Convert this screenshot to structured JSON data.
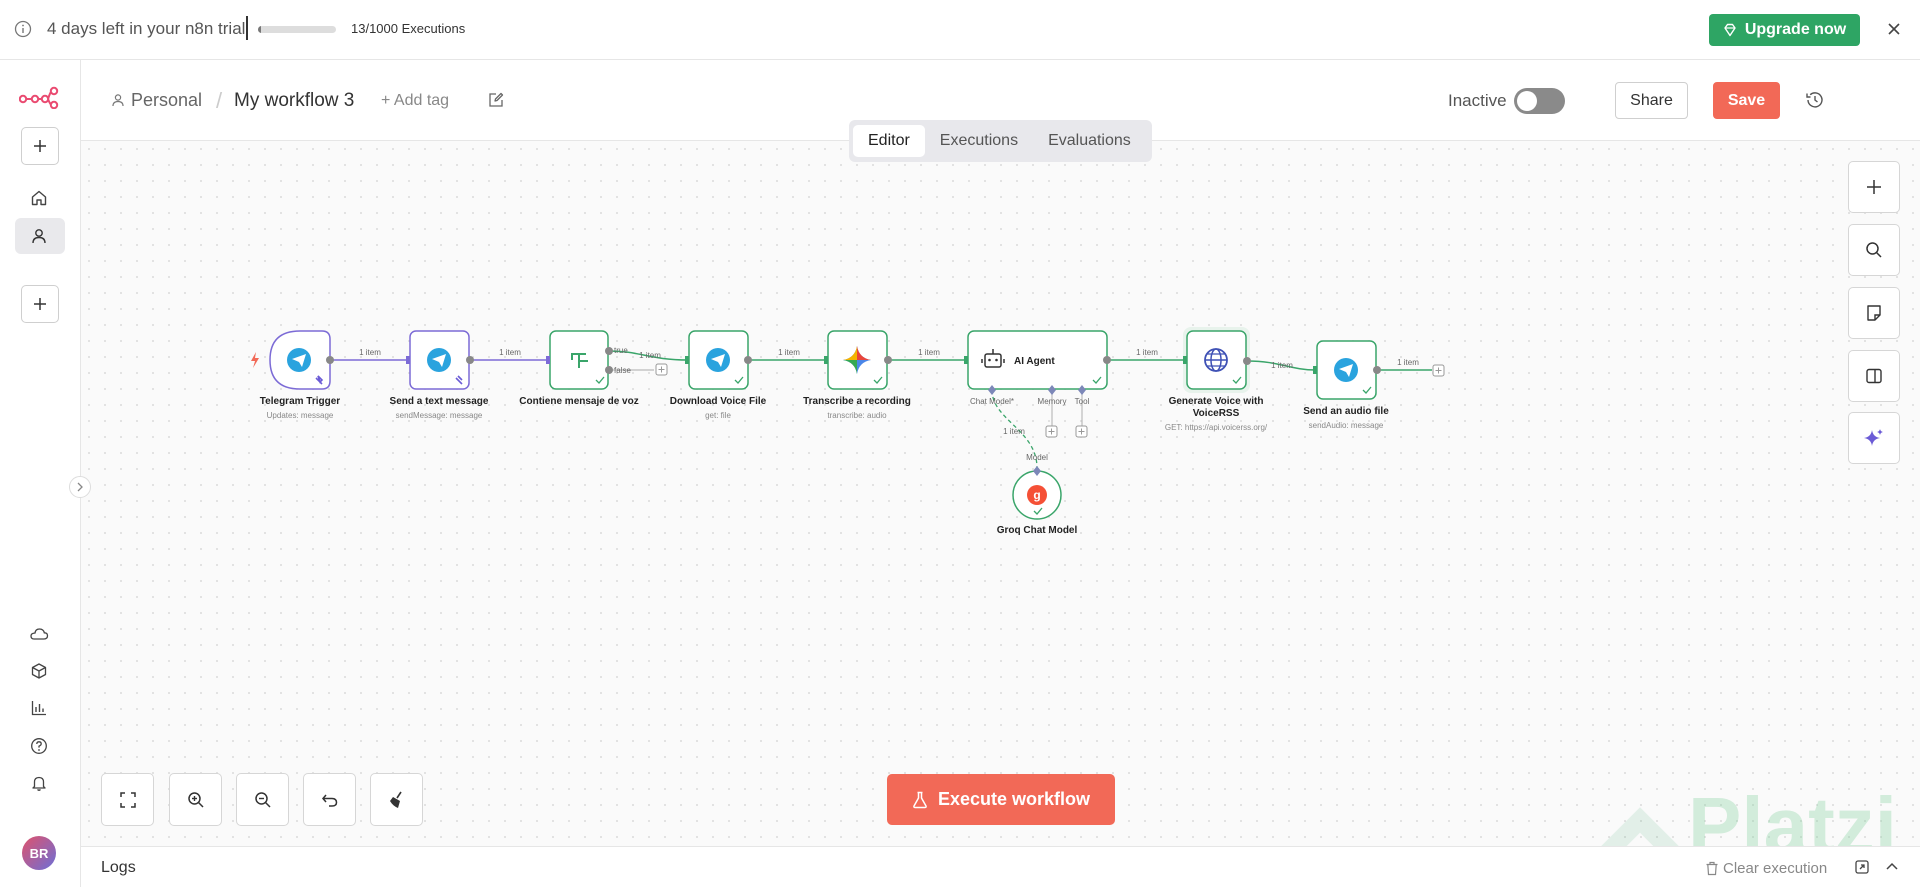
{
  "banner": {
    "trial_text": "4 days left in your n8n trial",
    "executions_text": "13/1000 Executions",
    "executions_progress": 0.013,
    "upgrade_label": "Upgrade now"
  },
  "header": {
    "project": "Personal",
    "workflow_title": "My workflow 3",
    "add_tag": "+ Add tag",
    "status_label": "Inactive",
    "share_label": "Share",
    "save_label": "Save"
  },
  "tabs": [
    {
      "label": "Editor",
      "active": true
    },
    {
      "label": "Executions",
      "active": false
    },
    {
      "label": "Evaluations",
      "active": false
    }
  ],
  "workflow": {
    "nodes": [
      {
        "name": "Telegram Trigger",
        "subtitle": "Updates: message"
      },
      {
        "name": "Send a text message",
        "subtitle": "sendMessage: message"
      },
      {
        "name": "Contiene mensaje de voz",
        "subtitle": ""
      },
      {
        "name": "Download Voice File",
        "subtitle": "get: file"
      },
      {
        "name": "Transcribe a recording",
        "subtitle": "transcribe: audio"
      },
      {
        "name": "AI Agent",
        "subtitle": ""
      },
      {
        "name": "Generate Voice with",
        "name_line2": "VoiceRSS",
        "subtitle": "GET: https://api.voicerss.org/"
      },
      {
        "name": "Send an audio file",
        "subtitle": "sendAudio: message"
      },
      {
        "name": "Groq Chat Model",
        "subtitle": ""
      }
    ],
    "edge_label": "1 item",
    "branch_true": "true",
    "branch_false": "false",
    "agent_inputs": [
      "Chat Model*",
      "Memory",
      "Tool"
    ],
    "model_label": "Model",
    "groq_glyph": "g"
  },
  "execute_label": "Execute workflow",
  "logs": {
    "label": "Logs",
    "clear_label": "Clear execution"
  },
  "sidebar": {
    "avatar_initials": "BR"
  },
  "watermark": "Platzi",
  "colors": {
    "accent": "#f26957",
    "upgrade": "#2ea564",
    "telegram": "#2aa3de",
    "node_border_success": "#3aa56a",
    "pinned_border": "#7c6bd6"
  }
}
